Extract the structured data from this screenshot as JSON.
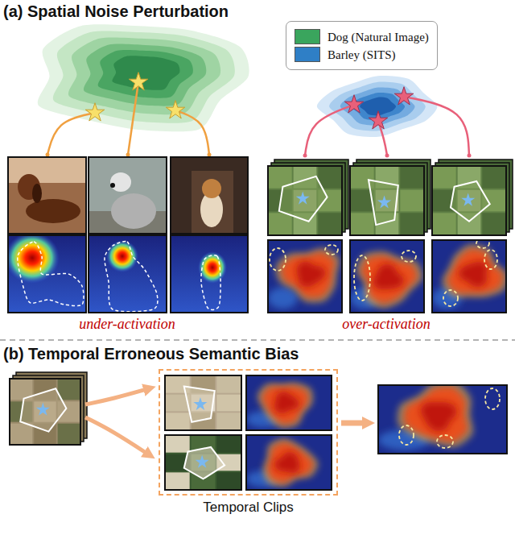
{
  "diagram": {
    "nodes": [
      {
        "text": [
          "Temporal Clips"
        ]
      }
    ],
    "labels": [
      "(a) Spatial Noise Perturbation",
      "under-activation",
      "over-activation",
      "(b) Temporal Erroneous Semantic Bias"
    ],
    "legend": [
      {
        "text": "Dog (Natural Image)",
        "color": "#3aa55d"
      },
      {
        "text": "Barley (SITS)",
        "color": "#2f7fc6"
      }
    ]
  }
}
